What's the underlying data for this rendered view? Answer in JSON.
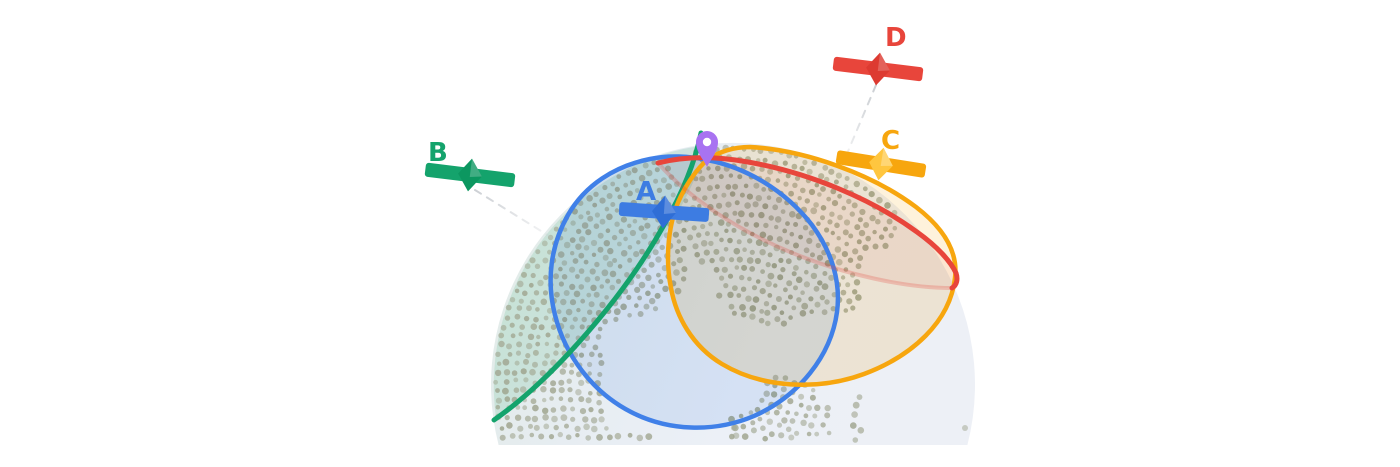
{
  "figure": {
    "name": "satellite-trilateration-illustration",
    "background": "#ffffff",
    "satellites": [
      {
        "id": "satellite-a",
        "label": "A",
        "color": "#3d7ce2",
        "diamond_color": "#2f6ed6"
      },
      {
        "id": "satellite-b",
        "label": "B",
        "color": "#14a36c",
        "diamond_color": "#0c9760"
      },
      {
        "id": "satellite-c",
        "label": "C",
        "color": "#f7a60e",
        "diamond_color": "#ffc63f"
      },
      {
        "id": "satellite-d",
        "label": "D",
        "color": "#e8453b",
        "diamond_color": "#dd3a31"
      }
    ],
    "rings": {
      "blue": {
        "stroke": "#4080e8",
        "fill": "rgba(64,128,232,0.13)"
      },
      "green": {
        "stroke": "#14a36c",
        "tint": "rgba(70,178,126,0.17)"
      },
      "orange": {
        "stroke": "#f7a60e",
        "fill": "rgba(247,166,14,0.15)"
      },
      "red": {
        "stroke": "#e8453b",
        "fill": "rgba(232,69,59,0.07)"
      }
    },
    "pin": {
      "color": "#a873f1",
      "hole": "#ffffff"
    },
    "globe": {
      "dot_color": "#9fa48e"
    },
    "signal_color": "#c4c8cd"
  }
}
